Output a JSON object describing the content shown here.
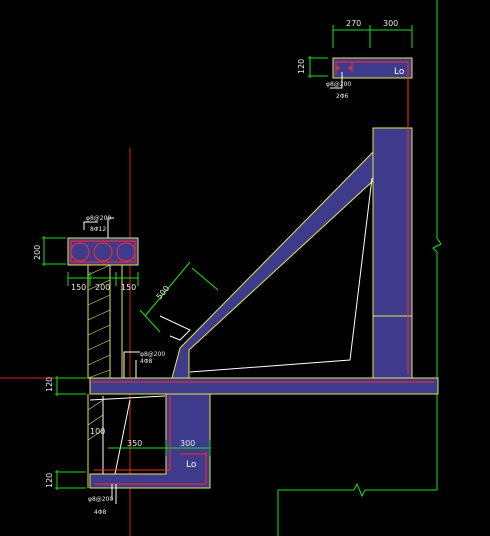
{
  "colors": {
    "background": "#000000",
    "concrete_fill": "#3e3a8c",
    "outline": "#e8e84a",
    "rebar": "#ff2a2a",
    "dimension": "#18e018",
    "leader": "#ffffff",
    "grid": "#d81f1f"
  },
  "top_dims": {
    "d1": "270",
    "d2": "300"
  },
  "top_height": "120",
  "top_rebar_note_1": "φ8@200",
  "top_rebar_note_2": "2Φ6",
  "la_top": "Lo",
  "beam_height": "200",
  "beam_rebar_note_1": "φ8@200",
  "beam_rebar_note_2": "8Φ12",
  "beam_width_dims": {
    "left": "150",
    "mid": "200",
    "right": "150"
  },
  "diag_dim": "500",
  "mid_rebar_note_1": "φ8@200",
  "mid_rebar_note_2": "4Φ8",
  "slab_height": "120",
  "lower_wall_dim": "100",
  "lower_dims": {
    "left": "350",
    "right": "300"
  },
  "la_bottom": "Lo",
  "bottom_height": "120",
  "bottom_rebar_note_1": "φ8@200",
  "bottom_rebar_note_2": "4Φ8"
}
